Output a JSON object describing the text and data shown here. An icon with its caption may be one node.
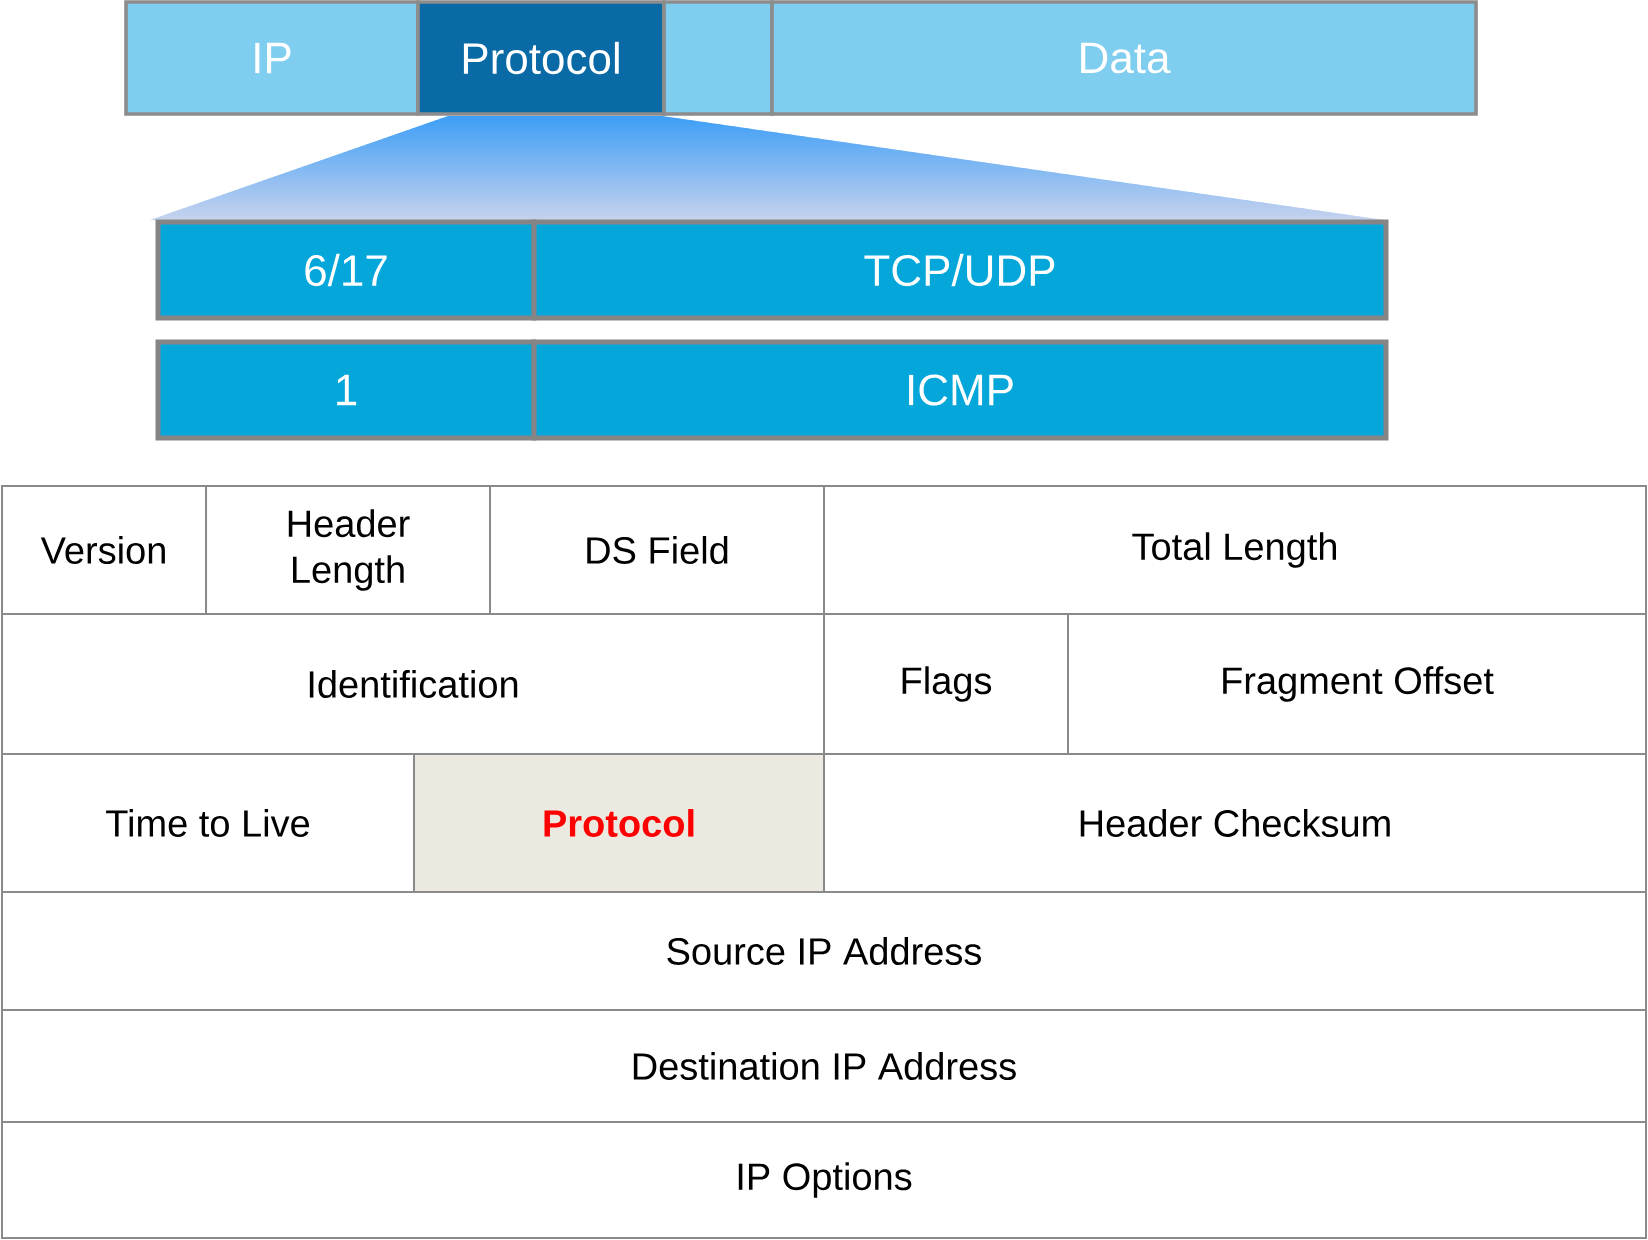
{
  "diagram": {
    "nodes": [
      {
        "text": [
          "IP"
        ]
      },
      {
        "text": [
          "Protocol"
        ]
      },
      {
        "text": [],
        "shape": "box"
      },
      {
        "text": [
          "Data"
        ]
      },
      {
        "text": [
          "6/17"
        ]
      },
      {
        "text": [
          "TCP/UDP"
        ]
      },
      {
        "text": [
          "1"
        ]
      },
      {
        "text": [
          "ICMP"
        ]
      },
      {
        "text": [
          "Version"
        ]
      },
      {
        "text": [
          "Header Length"
        ]
      },
      {
        "text": [
          "DS Field"
        ]
      },
      {
        "text": [
          "Total Length"
        ]
      },
      {
        "text": [
          "Identification"
        ]
      },
      {
        "text": [
          "Flags"
        ]
      },
      {
        "text": [
          "Fragment Offset"
        ]
      },
      {
        "text": [
          "Time to Live"
        ]
      },
      {
        "text": [
          "Protocol"
        ]
      },
      {
        "text": [
          "Header Checksum"
        ]
      },
      {
        "text": [
          "Source IP Address"
        ]
      },
      {
        "text": [
          "Destination IP Address"
        ]
      },
      {
        "text": [
          "IP Options"
        ]
      }
    ]
  }
}
